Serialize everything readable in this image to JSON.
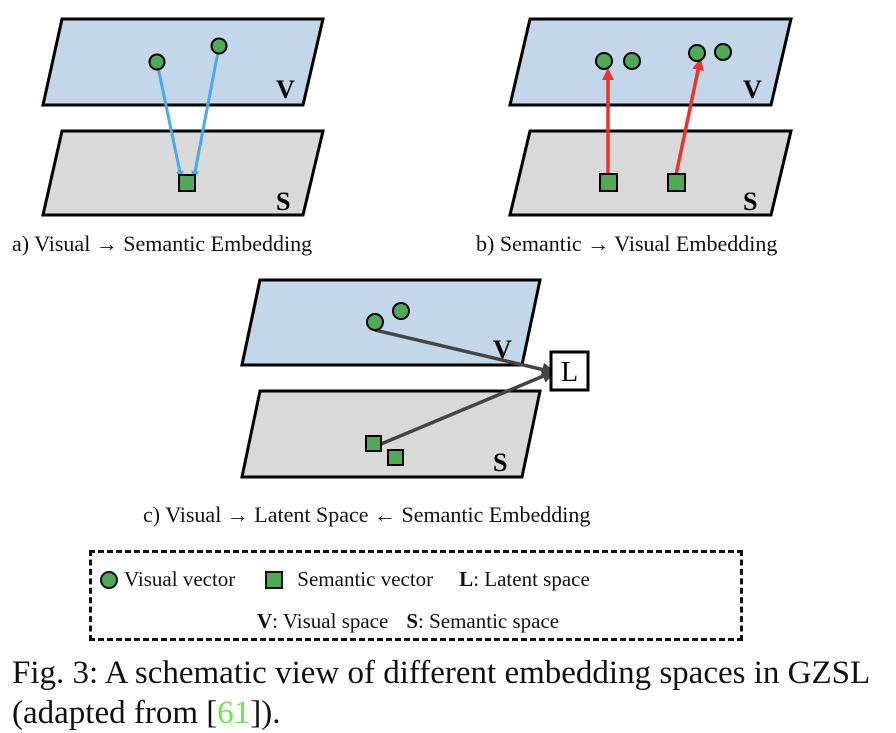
{
  "colors": {
    "visual_space_fill": "#c3d6ea",
    "semantic_space_fill": "#d9d9d9",
    "vector_fill": "#4fa956",
    "arrow_a": "#4aaae8",
    "arrow_b": "#e8352a",
    "arrow_c": "#444444",
    "citation": "#66e84a"
  },
  "panels": [
    {
      "id": "a",
      "caption": "a) Visual → Semantic Embedding",
      "top_plane_label": "V",
      "bottom_plane_label": "S",
      "visual_vectors": 2,
      "semantic_vectors": 1,
      "mapping": "visual vectors map to one semantic vector"
    },
    {
      "id": "b",
      "caption": "b) Semantic → Visual Embedding",
      "top_plane_label": "V",
      "bottom_plane_label": "S",
      "visual_vectors": 4,
      "semantic_vectors": 2,
      "mapping": "semantic vectors map to visual vectors"
    },
    {
      "id": "c",
      "caption": "c) Visual → Latent Space ← Semantic Embedding",
      "top_plane_label": "V",
      "bottom_plane_label": "S",
      "latent_label": "L",
      "visual_vectors": 2,
      "semantic_vectors": 2,
      "mapping": "both visual and semantic vectors map to latent space"
    }
  ],
  "legend": {
    "visual_vector": "Visual vector",
    "semantic_vector": "Semantic vector",
    "latent_key": "L",
    "latent_desc": ": Latent space",
    "visual_key": "V",
    "visual_desc": ": Visual space",
    "semantic_key": "S",
    "semantic_desc": ": Semantic space"
  },
  "figure_caption": {
    "prefix": "Fig. 3: A schematic view of different embedding spaces in GZSL (adapted from [",
    "citation": "61",
    "suffix": "])."
  }
}
